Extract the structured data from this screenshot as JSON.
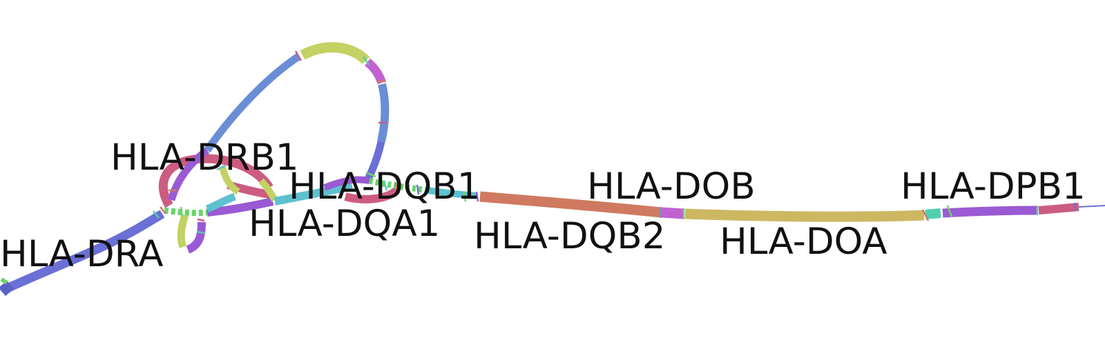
{
  "gene_labels": [
    {
      "key": "drb1",
      "text": "HLA-DRB1"
    },
    {
      "key": "dqb1",
      "text": "HLA-DQB1"
    },
    {
      "key": "dqa1",
      "text": "HLA-DQA1"
    },
    {
      "key": "dra",
      "text": "HLA-DRA"
    },
    {
      "key": "dob",
      "text": "HLA-DOB"
    },
    {
      "key": "dqb2",
      "text": "HLA-DQB2"
    },
    {
      "key": "doa",
      "text": "HLA-DOA"
    },
    {
      "key": "dpb1",
      "text": "HLA-DPB1"
    }
  ],
  "colors": {
    "blue": "#6a70d6",
    "cornflower": "#6a8ed6",
    "lime": "#c3d263",
    "magenta": "#c262d1",
    "rose": "#cc5c80",
    "purple": "#9a5ad3",
    "cyan": "#5ec0d0",
    "orange": "#cf7a60",
    "mustard": "#cdb862",
    "teal": "#52cfb0",
    "green": "#6ad46a"
  }
}
